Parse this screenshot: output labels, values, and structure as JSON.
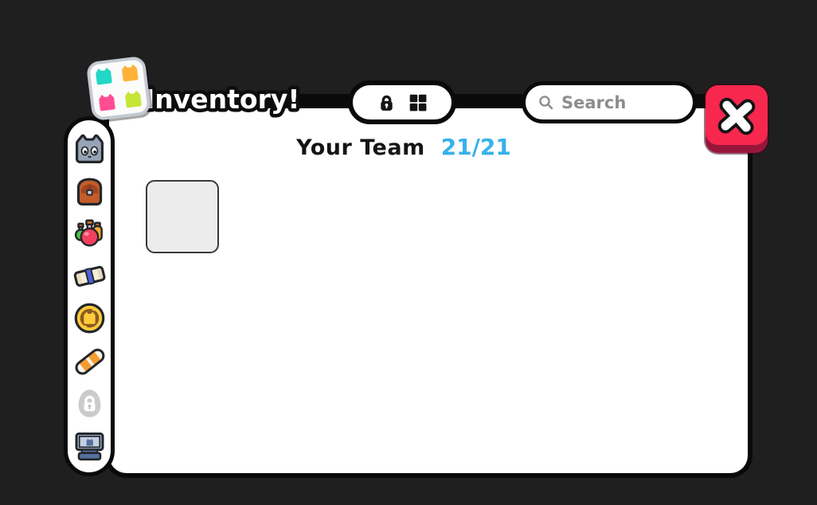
{
  "window": {
    "title": "Inventory!",
    "title_icon": "cat-grid-icon"
  },
  "toolbar": {
    "view_controls": {
      "icons": [
        "lock-icon",
        "grid-icon"
      ]
    },
    "search": {
      "placeholder": "Search",
      "value": "",
      "icon": "search-icon"
    },
    "close": {
      "icon": "close-x-icon"
    }
  },
  "main": {
    "team_label": "Your Team",
    "team_count": "21/21",
    "empty_slot_count": 1
  },
  "sidebar": {
    "icons": [
      "pet-cat-icon",
      "backpack-icon",
      "potions-icon",
      "scroll-icon",
      "cat-coin-icon",
      "bandage-icon",
      "locked-egg-icon",
      "storage-box-icon"
    ]
  },
  "colors": {
    "background": "#1F1F1F",
    "panel_fill": "#FFFFFF",
    "panel_border": "#0A0A0A",
    "accent_blue": "#35B2EA",
    "close_red": "#F8274E",
    "close_red_dark": "#99163B",
    "slot_fill": "#ECECEC",
    "search_placeholder_gray": "#8D8D8D",
    "title_tile_teal": "#22D7C5",
    "title_tile_orange": "#FFB23A",
    "title_tile_pink": "#FF4D92",
    "title_tile_lime": "#C6E636"
  }
}
